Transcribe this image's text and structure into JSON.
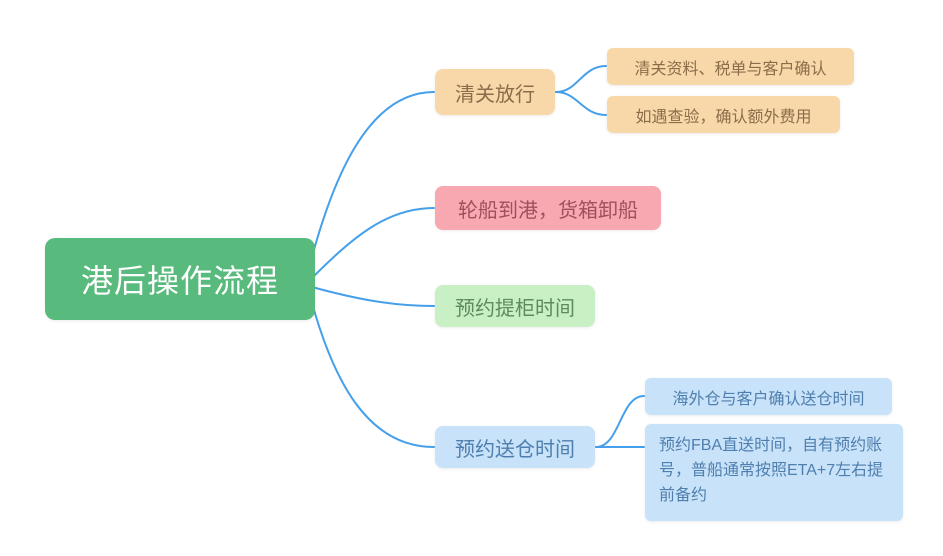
{
  "mindmap": {
    "root": {
      "label": "港后操作流程"
    },
    "branches": [
      {
        "label": "清关放行",
        "children": [
          "清关资料、税单与客户确认",
          "如遇查验，确认额外费用"
        ]
      },
      {
        "label": "轮船到港，货箱卸船",
        "children": []
      },
      {
        "label": "预约提柜时间",
        "children": []
      },
      {
        "label": "预约送仓时间",
        "children": [
          "海外仓与客户确认送仓时间",
          "预约FBA直送时间，自有预约账号，普船通常按照ETA+7左右提前备约"
        ]
      }
    ]
  },
  "colors": {
    "canvas_bg": "#ffffff",
    "connector": "#459fea",
    "root_bg": "#58ba7c",
    "root_text": "#ffffff",
    "customs_bg": "#f8d8a9",
    "customs_text": "#8a6d4a",
    "ship_bg": "#f7a8b1",
    "ship_text": "#a14f5d",
    "pickup_bg": "#c9f0c4",
    "pickup_text": "#5d8a5f",
    "delivery_bg": "#c8e2f9",
    "delivery_text": "#4e7fae"
  }
}
